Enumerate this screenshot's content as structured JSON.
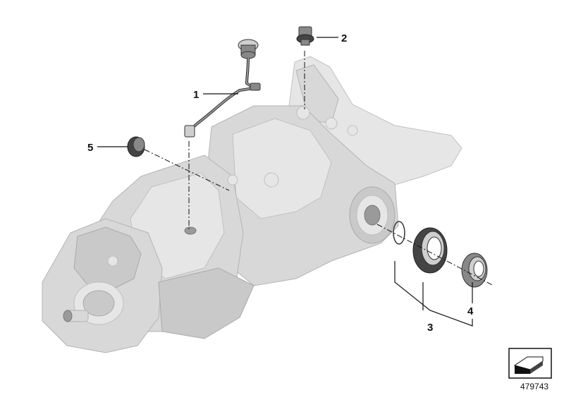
{
  "callouts": [
    {
      "id": "1",
      "label": "1"
    },
    {
      "id": "2",
      "label": "2"
    },
    {
      "id": "3",
      "label": "3"
    },
    {
      "id": "4",
      "label": "4"
    },
    {
      "id": "5",
      "label": "5"
    }
  ],
  "reference_number": "479743",
  "icons": {
    "corner_badge": "arrow-badge-icon"
  },
  "colors": {
    "line": "#111111",
    "housing": "#d8d8d8",
    "parts": "#444444"
  }
}
